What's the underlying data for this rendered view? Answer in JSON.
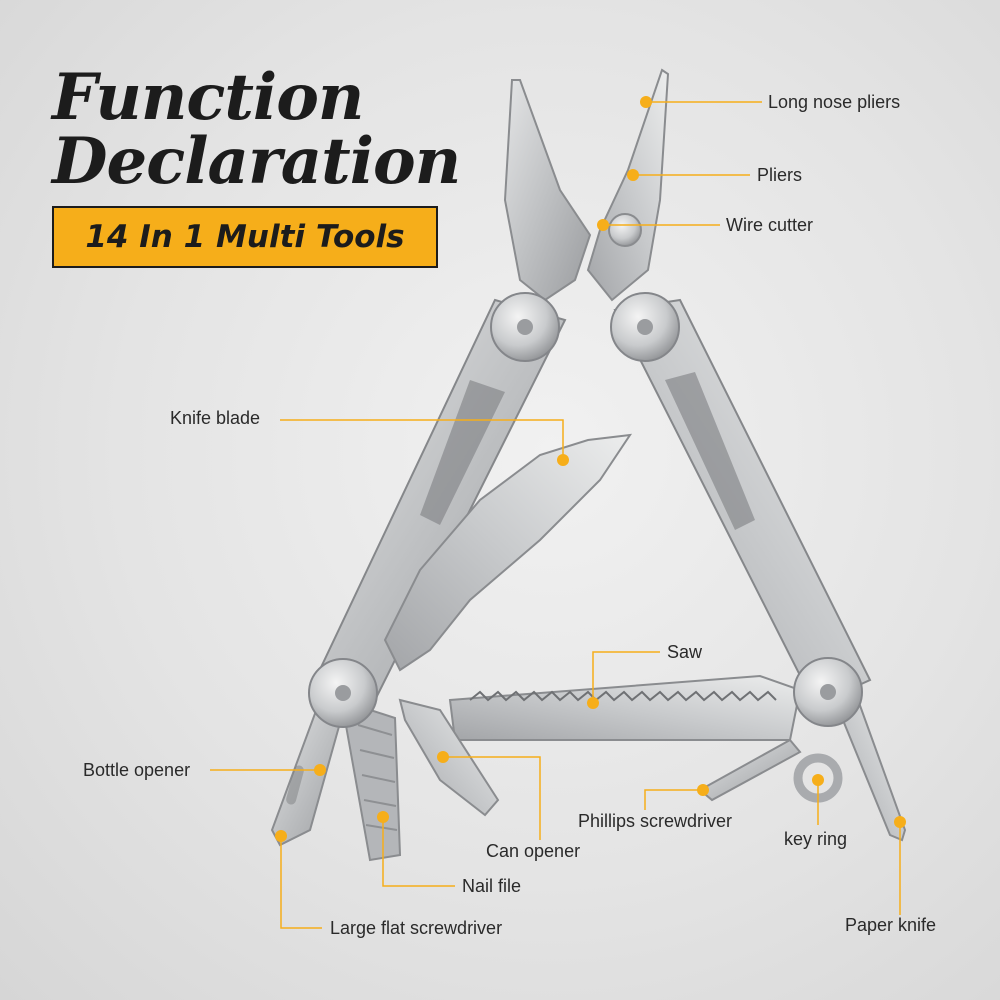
{
  "title": {
    "line1": "Function",
    "line2": "Declaration"
  },
  "badge": {
    "text": "14 In 1 Multi Tools"
  },
  "colors": {
    "accent": "#f6ae1a",
    "text": "#1c1c1c",
    "steel": "#c4c6c8"
  },
  "callouts": [
    {
      "id": "long-nose-pliers",
      "label": "Long nose pliers"
    },
    {
      "id": "pliers",
      "label": "Pliers"
    },
    {
      "id": "wire-cutter",
      "label": "Wire cutter"
    },
    {
      "id": "knife-blade",
      "label": "Knife blade"
    },
    {
      "id": "saw",
      "label": "Saw"
    },
    {
      "id": "bottle-opener",
      "label": "Bottle opener"
    },
    {
      "id": "phillips-screwdriver",
      "label": "Phillips screwdriver"
    },
    {
      "id": "key-ring",
      "label": "key ring"
    },
    {
      "id": "can-opener",
      "label": "Can opener"
    },
    {
      "id": "nail-file",
      "label": "Nail file"
    },
    {
      "id": "paper-knife",
      "label": "Paper knife"
    },
    {
      "id": "large-flat-screwdriver",
      "label": "Large flat screwdriver"
    }
  ]
}
